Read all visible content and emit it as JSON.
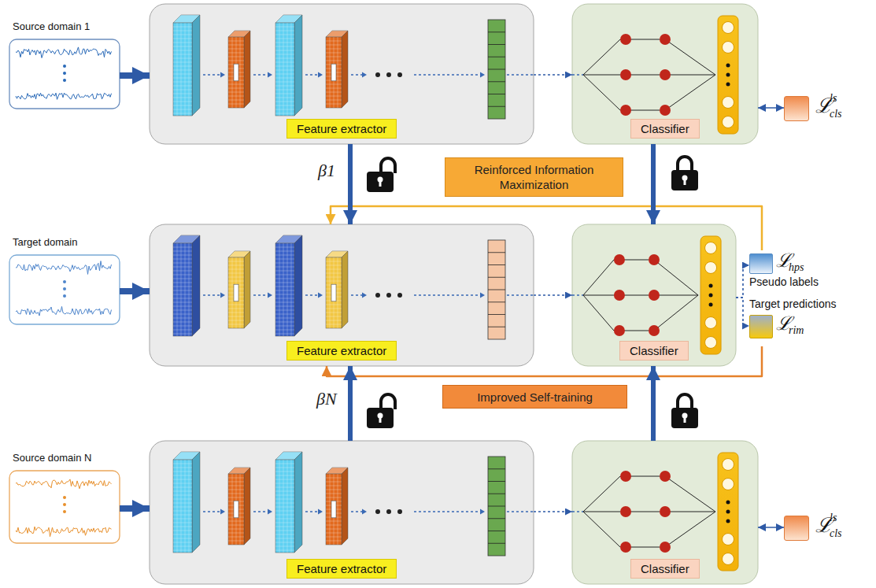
{
  "diagram": {
    "nodes": [
      {
        "text": [
          "Source domain 1"
        ]
      },
      {
        "text": [
          "Feature extractor"
        ]
      },
      {
        "text": [
          "Classifier"
        ]
      },
      {
        "text": [
          "ℒ",
          "cls",
          "ls"
        ]
      },
      {
        "text": [
          "Target domain"
        ]
      },
      {
        "text": [
          "Feature extractor"
        ]
      },
      {
        "text": [
          "Classifier"
        ]
      },
      {
        "text": [
          "ℒ",
          "hps",
          "Pseudo labels"
        ]
      },
      {
        "text": [
          "Target predictions",
          "ℒ",
          "rim"
        ]
      },
      {
        "text": [
          "Source domain N"
        ]
      },
      {
        "text": [
          "Feature extractor"
        ]
      },
      {
        "text": [
          "Classifier"
        ]
      },
      {
        "text": [
          "ℒ",
          "cls",
          "ls"
        ]
      }
    ],
    "edges": [
      {
        "from": 0,
        "to": 1,
        "arrow": "to"
      },
      {
        "from": 1,
        "to": 2,
        "arrow": "to"
      },
      {
        "from": 2,
        "to": 3,
        "arrow": "both"
      },
      {
        "from": 4,
        "to": 5,
        "arrow": "to"
      },
      {
        "from": 5,
        "to": 6,
        "arrow": "to"
      },
      {
        "from": 6,
        "to": 7,
        "arrow": "to"
      },
      {
        "from": 6,
        "to": 8,
        "arrow": "to"
      },
      {
        "from": 7,
        "to": 5,
        "label": "Reinforced Information Maximization",
        "arrow": "to"
      },
      {
        "from": 8,
        "to": 5,
        "label": "Improved Self-training",
        "arrow": "to"
      },
      {
        "from": 9,
        "to": 10,
        "arrow": "to"
      },
      {
        "from": 10,
        "to": 11,
        "arrow": "to"
      },
      {
        "from": 11,
        "to": 12,
        "arrow": "both"
      },
      {
        "from": 1,
        "to": 5,
        "label": "β1",
        "arrow": "to"
      },
      {
        "from": 2,
        "to": 6,
        "arrow": "to"
      },
      {
        "from": 10,
        "to": 5,
        "label": "βN",
        "arrow": "to"
      },
      {
        "from": 11,
        "to": 6,
        "arrow": "to"
      }
    ]
  }
}
